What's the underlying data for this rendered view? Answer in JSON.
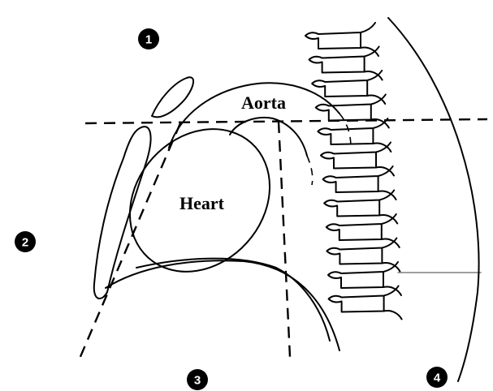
{
  "labels": {
    "aorta": "Aorta",
    "heart": "Heart"
  },
  "markers": [
    {
      "id": "m1",
      "text": "1"
    },
    {
      "id": "m2",
      "text": "2"
    },
    {
      "id": "m3",
      "text": "3"
    },
    {
      "id": "m4",
      "text": "4"
    }
  ],
  "colors": {
    "ink": "#000000",
    "background": "#ffffff"
  }
}
